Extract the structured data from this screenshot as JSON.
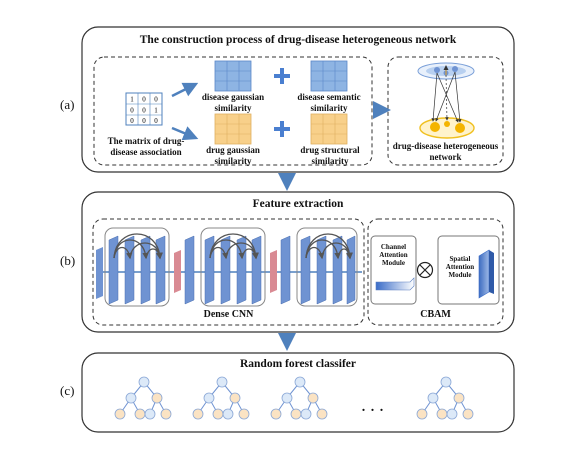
{
  "panels": {
    "a": {
      "label": "(a)",
      "title": "The construction process of drug-disease heterogeneous network",
      "matrix_label": "The matrix of drug-disease association",
      "matrix_rows": [
        [
          "1",
          "0",
          "0"
        ],
        [
          "0",
          "0",
          "1"
        ],
        [
          "0",
          "0",
          "0"
        ]
      ],
      "disease_gaussian": "disease gaussian similarity",
      "disease_semantic": "disease semantic similarity",
      "drug_gaussian": "drug gaussian similarity",
      "drug_structural": "drug structural similarity",
      "network_label": "drug-disease heterogeneous network"
    },
    "b": {
      "label": "(b)",
      "title": "Feature extraction",
      "dense_label": "Dense CNN",
      "cbam_label": "CBAM",
      "channel_module": "Channel Attention Module",
      "spatial_module": "Spatial Attention Module"
    },
    "c": {
      "label": "(c)",
      "title": "Random forest classifer",
      "ellipsis": ". . ."
    }
  },
  "colors": {
    "blue_node": "#dce9f8",
    "orange_node": "#fbe3c3",
    "blue_grid": "#8eb4e3",
    "orange_grid": "#f8d08a",
    "arrow": "#4f81bd",
    "plus": "#4a7fd0",
    "network_top": "#b8d0f0",
    "network_bottom": "#f4b400",
    "layer_blue": "#6f93d2",
    "layer_red": "#d98a93"
  }
}
